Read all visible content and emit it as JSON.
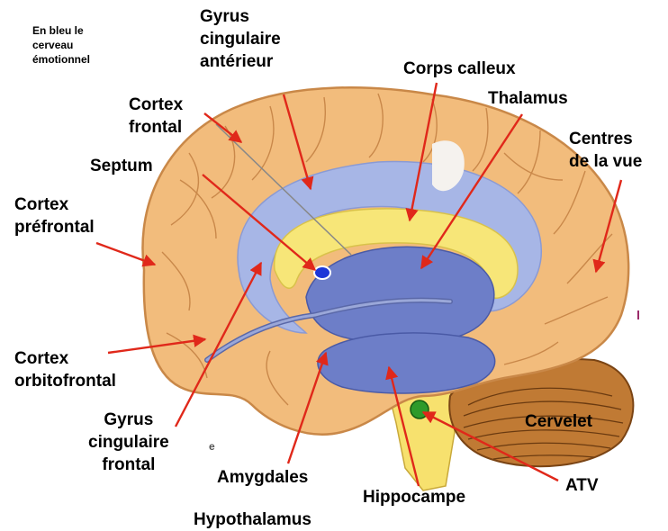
{
  "note": [
    "En bleu le",
    "cerveau",
    "émotionnel"
  ],
  "labels": {
    "gyrus_cingulaire_anterieur": [
      "Gyrus",
      "cingulaire",
      "antérieur"
    ],
    "corps_calleux": "Corps calleux",
    "thalamus": "Thalamus",
    "cortex_frontal": [
      "Cortex",
      "frontal"
    ],
    "centres_vue": [
      "Centres",
      "de la vue"
    ],
    "septum": "Septum",
    "cortex_prefrontal": [
      "Cortex",
      "préfrontal"
    ],
    "cortex_orbitofrontal": [
      "Cortex",
      "orbitofrontal"
    ],
    "gyrus_cingulaire_frontal": [
      "Gyrus",
      "cingulaire",
      "frontal"
    ],
    "amygdales": "Amygdales",
    "hypothalamus": "Hypothalamus",
    "hippocampe": "Hippocampe",
    "cervelet": "Cervelet",
    "atv": "ATV",
    "stray_text": "e"
  },
  "colors": {
    "brain": "#f2bc7c",
    "brain_edge": "#c98848",
    "emotional_blue": "#a7b6e6",
    "deep_blue": "#6d7ec8",
    "yellow": "#f7e678",
    "arrow": "#e0281a",
    "septum_dot": "#1c36d8",
    "atv_dot": "#2e9a2a",
    "cerebellum": "#b06a2a"
  }
}
